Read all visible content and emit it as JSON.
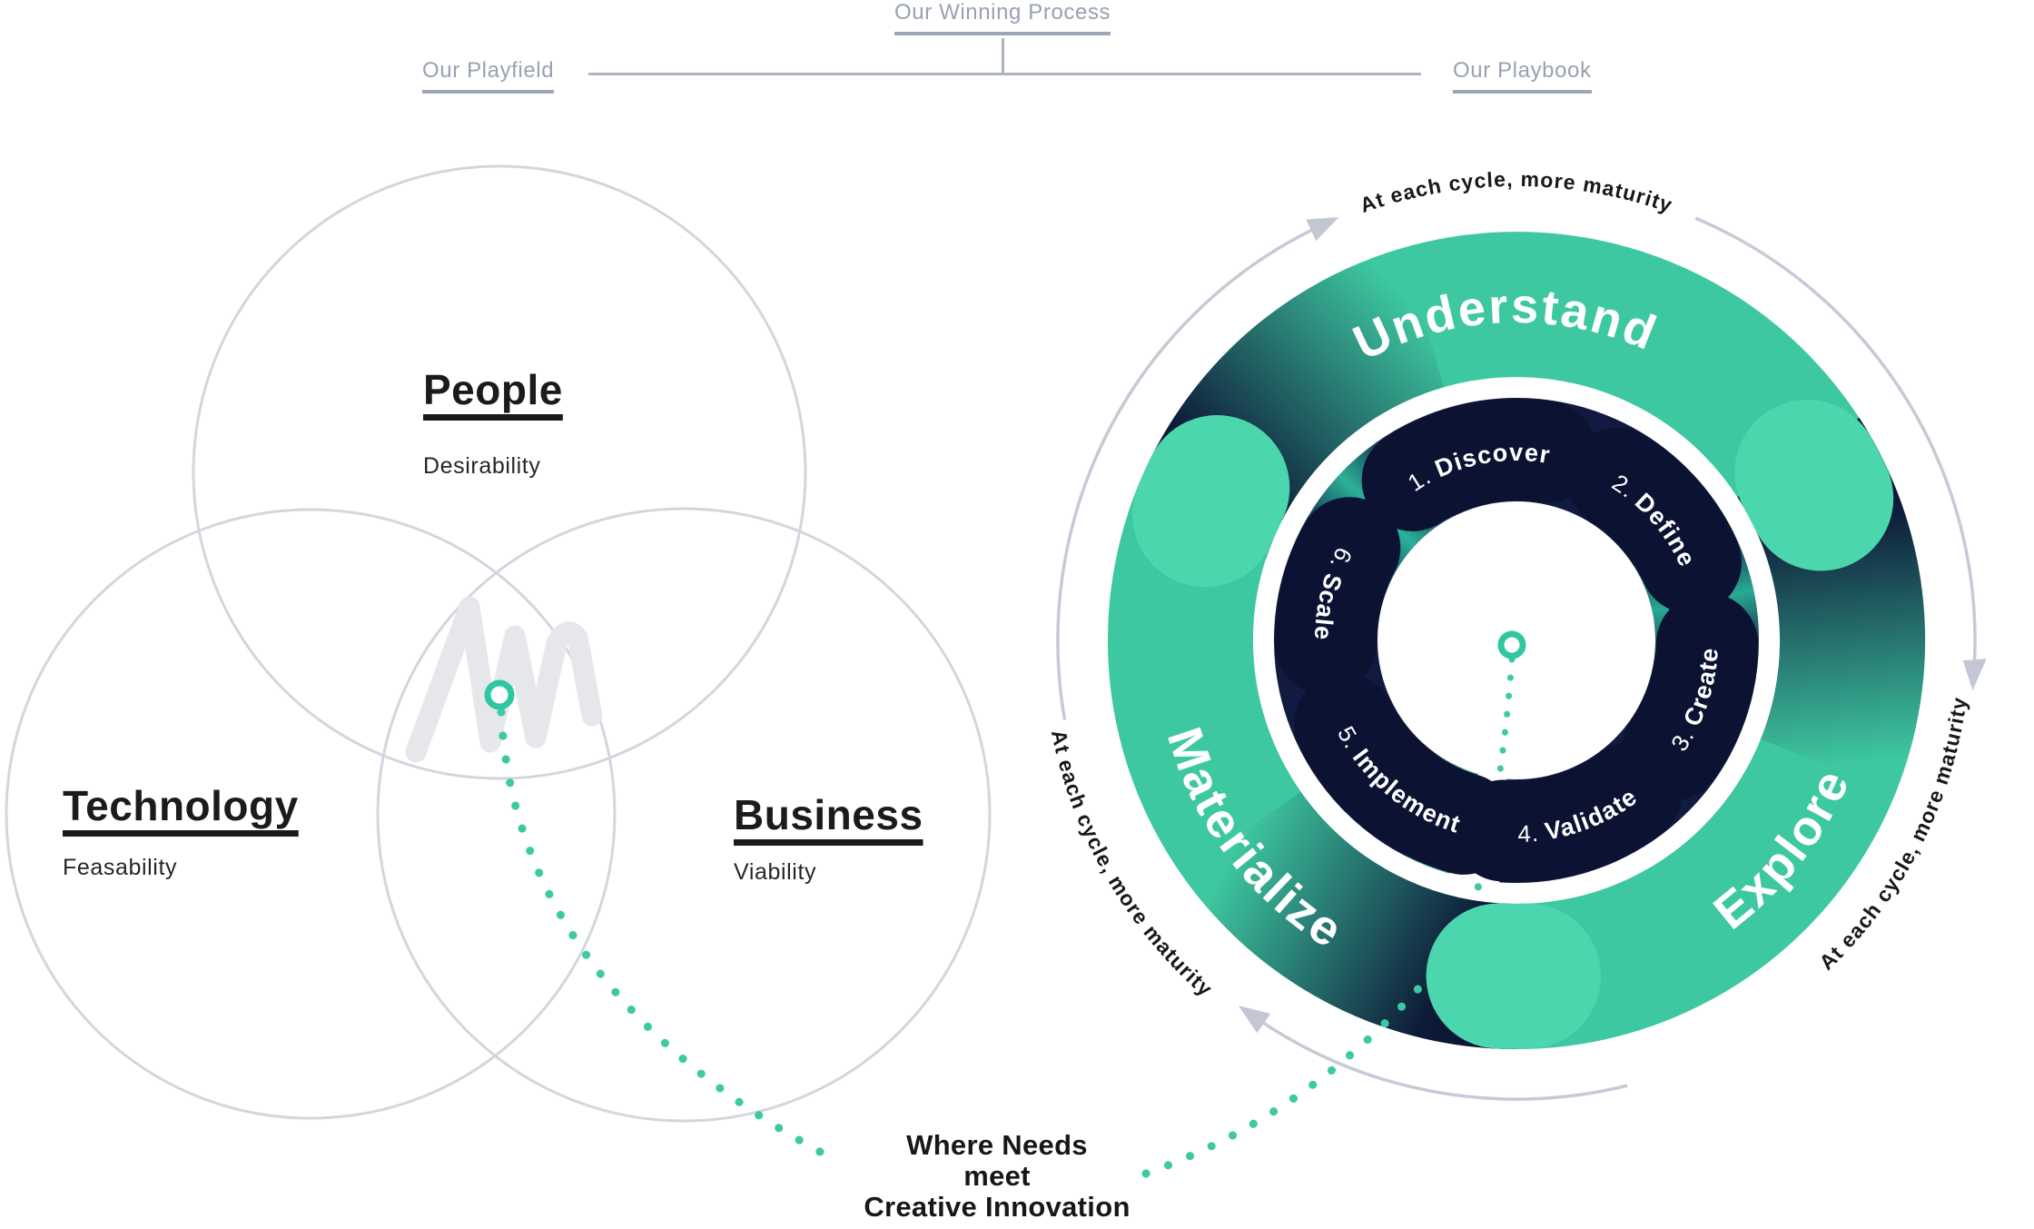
{
  "nav": {
    "center": "Our Winning Process",
    "left": "Our Playfield",
    "right": "Our Playbook"
  },
  "venn": {
    "people": {
      "title": "People",
      "subtitle": "Desirability"
    },
    "technology": {
      "title": "Technology",
      "subtitle": "Feasability"
    },
    "business": {
      "title": "Business",
      "subtitle": "Viability"
    }
  },
  "process": {
    "phases": [
      {
        "label": "Understand"
      },
      {
        "label": "Explore"
      },
      {
        "label": "Materialize"
      }
    ],
    "steps": [
      {
        "num": "1.",
        "name": "Discover"
      },
      {
        "num": "2.",
        "name": "Define"
      },
      {
        "num": "3.",
        "name": "Create"
      },
      {
        "num": "4.",
        "name": "Validate"
      },
      {
        "num": "5.",
        "name": "Implement"
      },
      {
        "num": "6.",
        "name": "Scale"
      }
    ],
    "cycle_note": "At each cycle, more maturity"
  },
  "callout": {
    "line1": "Where Needs",
    "line2": "meet",
    "line3": "Creative Innovation"
  },
  "colors": {
    "teal": "#3EC8A1",
    "mint": "#4CD6AD",
    "navy": "#0C1434",
    "arrow_gray": "#C5CAD5",
    "nav_gray": "#97A1B2"
  }
}
